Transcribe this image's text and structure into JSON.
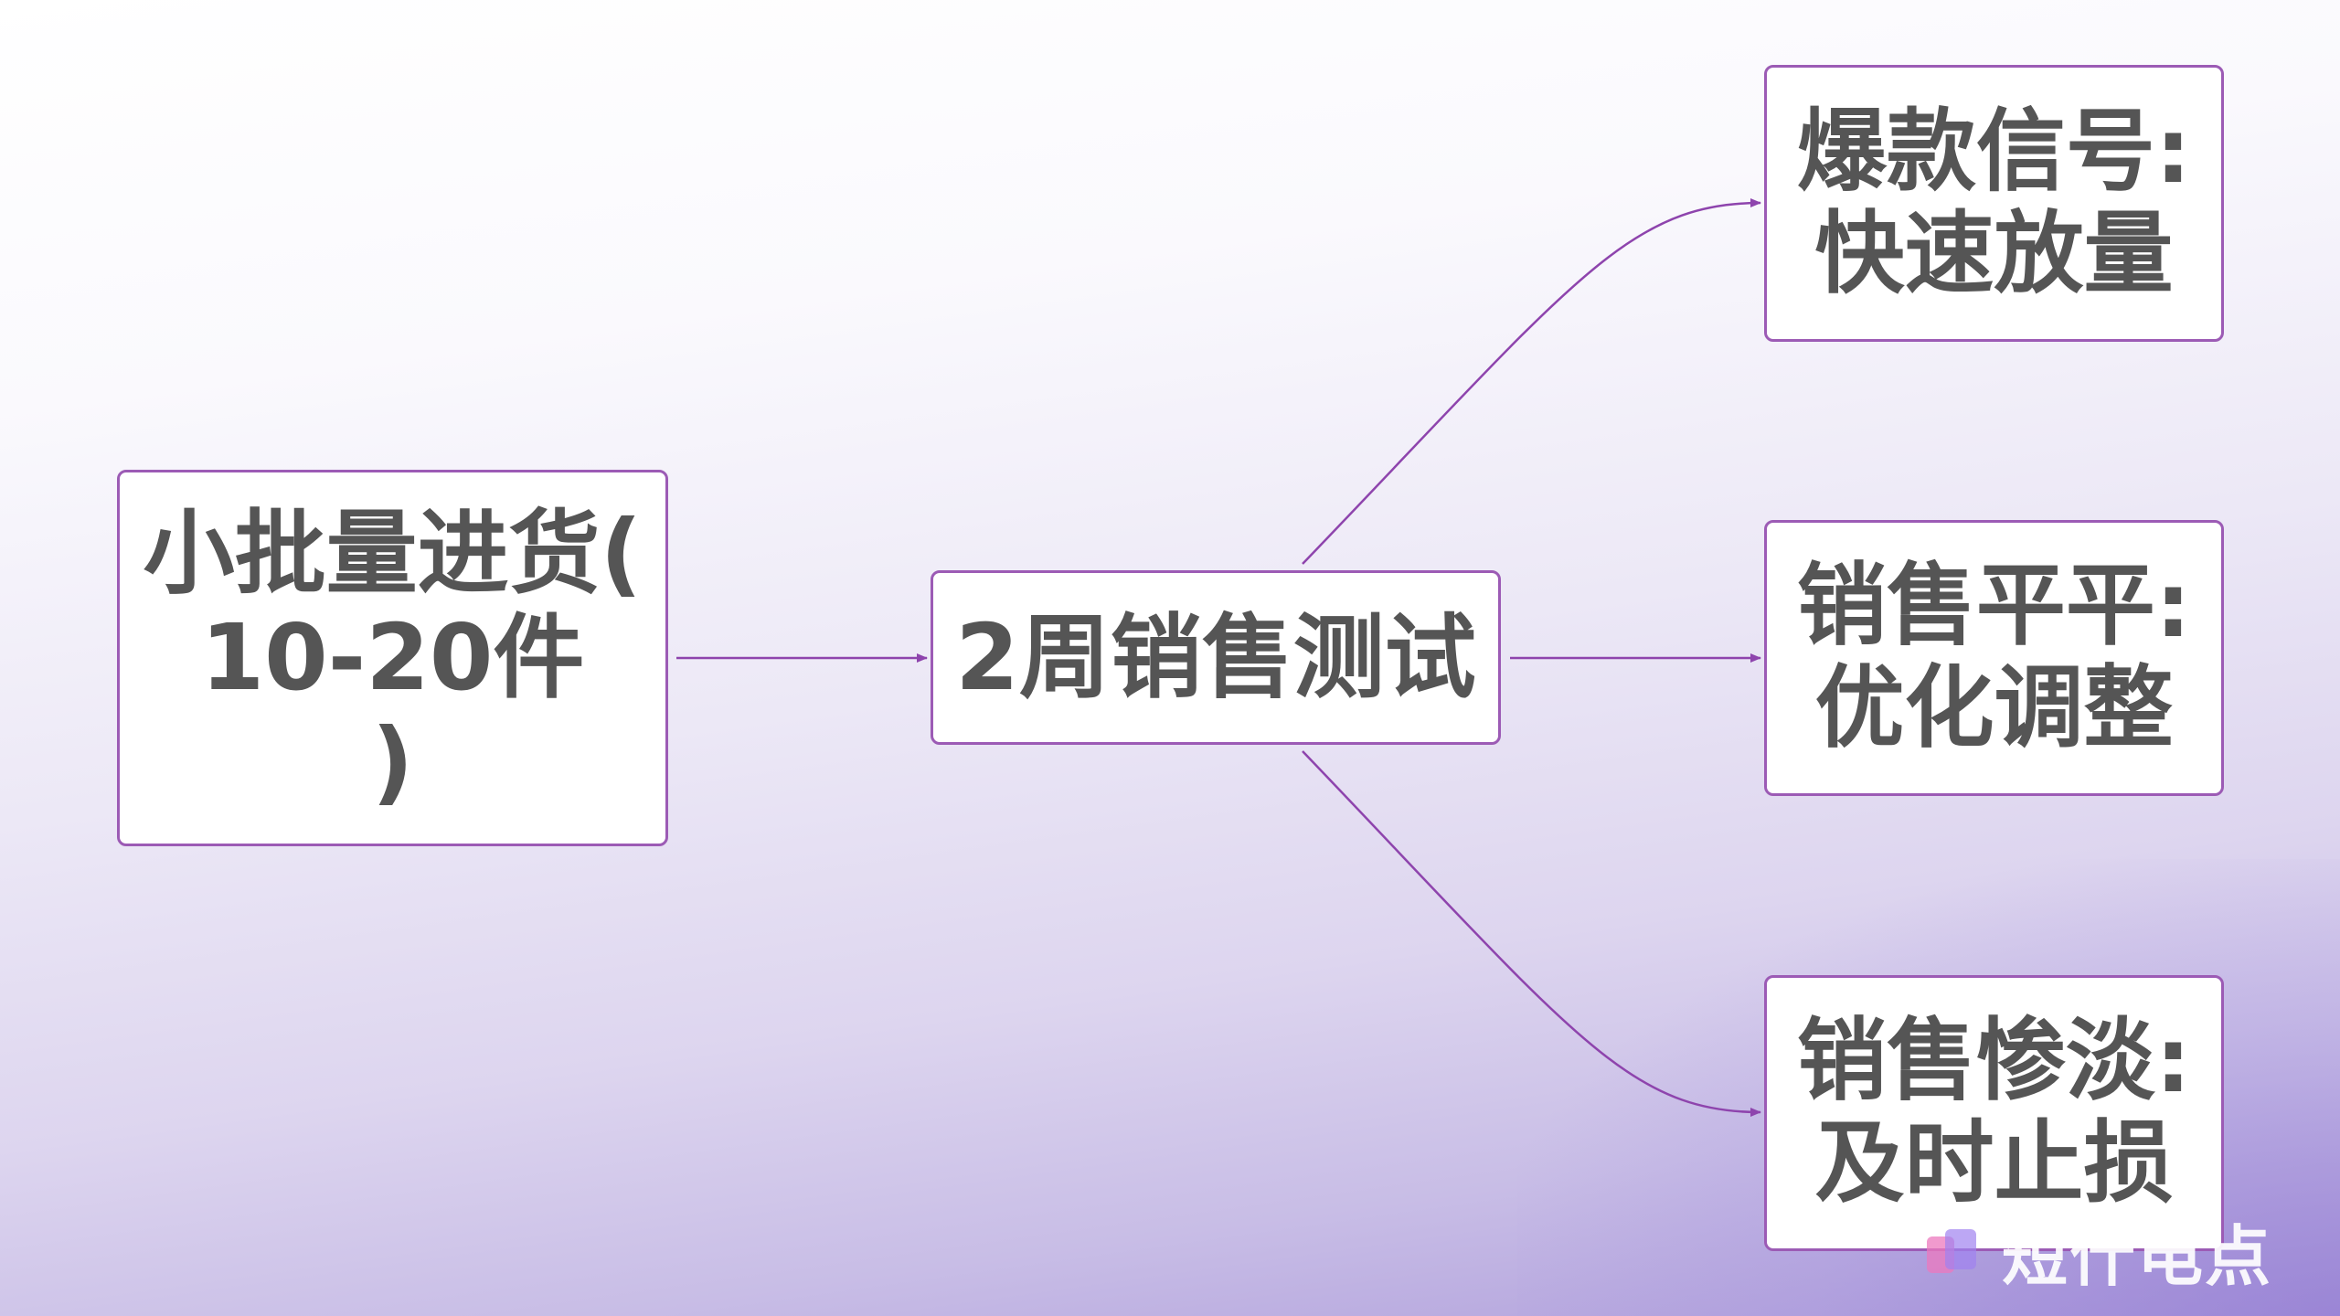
{
  "diagram": {
    "nodes": {
      "start": "小批量进货(\n10-20件\n)",
      "test": "2周销售测试",
      "hit": "爆款信号:\n快速放量",
      "flat": "销售平平:\n优化调整",
      "poor": "销售惨淡:\n及时止损"
    },
    "edges": [
      {
        "from": "start",
        "to": "test"
      },
      {
        "from": "test",
        "to": "hit"
      },
      {
        "from": "test",
        "to": "flat"
      },
      {
        "from": "test",
        "to": "poor"
      }
    ]
  },
  "watermark": {
    "text": "短什电点"
  },
  "colors": {
    "border": "#9c5bb5",
    "arrow": "#8e44ad",
    "text": "#555555"
  }
}
